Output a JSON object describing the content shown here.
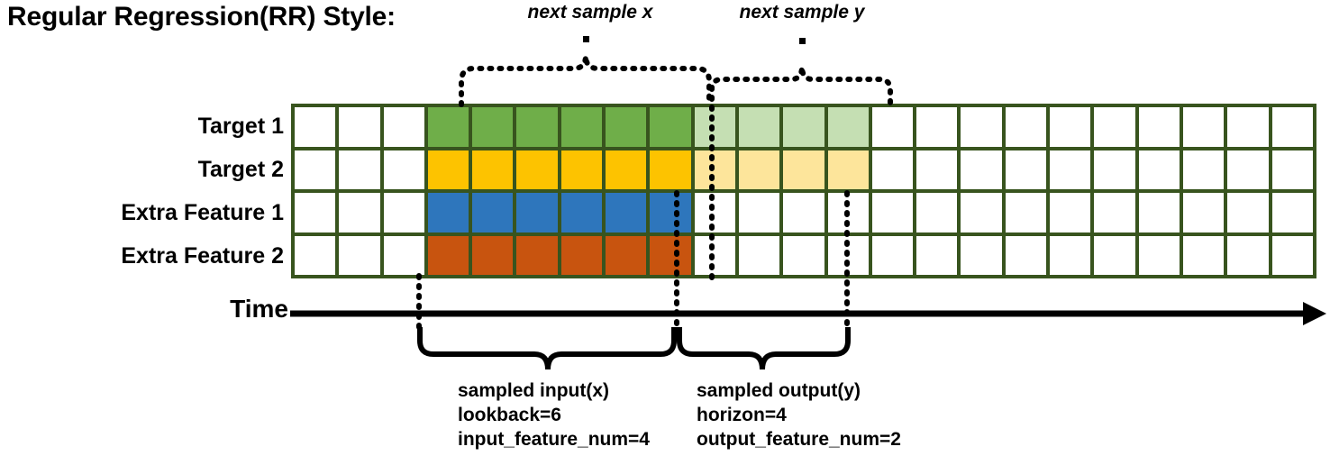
{
  "title": "Regular Regression(RR) Style:",
  "rows": [
    {
      "label": "Target 1",
      "name": "target-1"
    },
    {
      "label": "Target 2",
      "name": "target-2"
    },
    {
      "label": "Extra Feature 1",
      "name": "extra-feature-1"
    },
    {
      "label": "Extra Feature 2",
      "name": "extra-feature-2"
    }
  ],
  "grid": {
    "columns": 23,
    "lead_blank_columns": 3,
    "input_columns": 6,
    "output_columns": 4,
    "trailing_blank_columns": 10,
    "border_color": "#38541E",
    "empty_color": "#FFFFFF",
    "row_fills": [
      {
        "input": "#6FAE49",
        "output": "#C5DFB3"
      },
      {
        "input": "#FDC300",
        "output": "#FDE59B"
      },
      {
        "input": "#2E76BC",
        "output": "#FFFFFF"
      },
      {
        "input": "#C8540F",
        "output": "#FFFFFF"
      }
    ]
  },
  "time_axis": {
    "label": "Time",
    "arrow_color": "#000000"
  },
  "top_braces": [
    {
      "caption": "next sample x",
      "name": "next-sample-x"
    },
    {
      "caption": "next sample y",
      "name": "next-sample-y"
    }
  ],
  "bottom_braces": [
    {
      "name": "sampled-input",
      "line1": "sampled input(x)",
      "line2": "lookback=6",
      "line3": "input_feature_num=4"
    },
    {
      "name": "sampled-output",
      "line1": "sampled output(y)",
      "line2": "horizon=4",
      "line3": "output_feature_num=2"
    }
  ]
}
